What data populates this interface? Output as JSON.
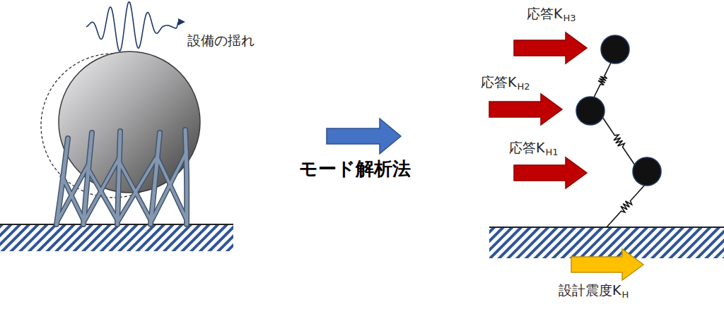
{
  "diagram": {
    "labels": [
      "設備の揺れ",
      "モード解析法",
      "応答K",
      "H3",
      "応答K",
      "H2",
      "応答K",
      "H1",
      "設計震度K",
      "H"
    ]
  }
}
